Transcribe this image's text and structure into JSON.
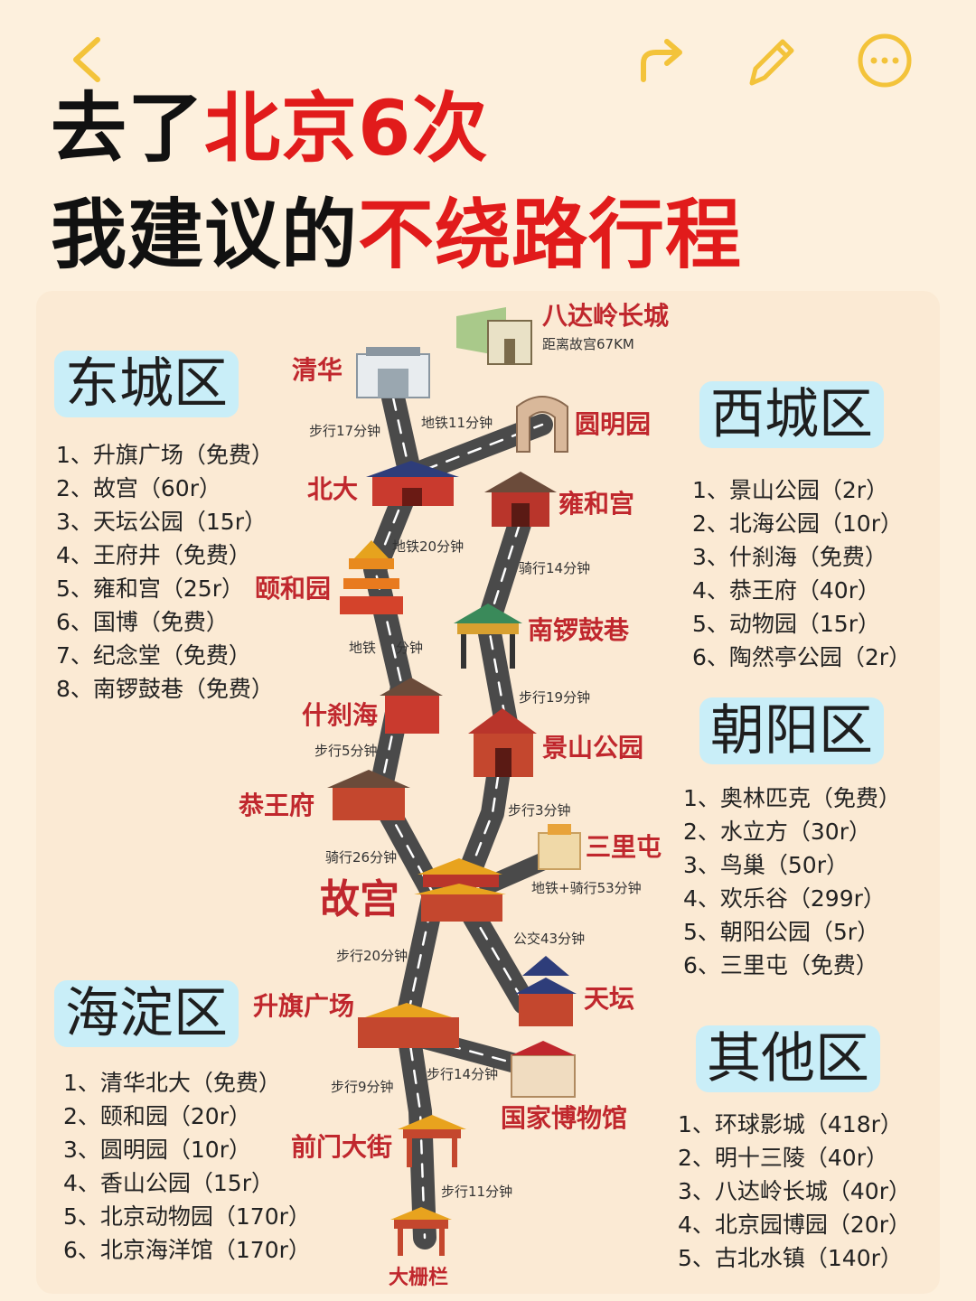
{
  "header": {
    "title_line1_a": "去了",
    "title_line1_b": "北京6次",
    "title_line2_a": "我建议的",
    "title_line2_b": "不绕路行程",
    "accent_color": "#e11b1b",
    "icon_color": "#f3c33a"
  },
  "districts": {
    "dongcheng": {
      "name": "东城区",
      "items": [
        "1、升旗广场（免费）",
        "2、故宫（60r）",
        "3、天坛公园（15r）",
        "4、王府井（免费）",
        "5、雍和宫（25r）",
        "6、国博（免费）",
        "7、纪念堂（免费）",
        "8、南锣鼓巷（免费）"
      ]
    },
    "xicheng": {
      "name": "西城区",
      "items": [
        "1、景山公园（2r）",
        "2、北海公园（10r）",
        "3、什刹海（免费）",
        "4、恭王府（40r）",
        "5、动物园（15r）",
        "6、陶然亭公园（2r）"
      ]
    },
    "chaoyang": {
      "name": "朝阳区",
      "items": [
        "1、奥林匹克（免费）",
        "2、水立方（30r）",
        "3、鸟巢（50r）",
        "4、欢乐谷（299r）",
        "5、朝阳公园（5r）",
        "6、三里屯（免费）"
      ]
    },
    "haidian": {
      "name": "海淀区",
      "items": [
        "1、清华北大（免费）",
        "2、颐和园（20r）",
        "3、圆明园（10r）",
        "4、香山公园（15r）",
        "5、北京动物园（170r）",
        "6、北京海洋馆（170r）"
      ]
    },
    "other": {
      "name": "其他区",
      "items": [
        "1、环球影城（418r）",
        "2、明十三陵（40r）",
        "3、八达岭长城（40r）",
        "4、北京园博园（20r）",
        "5、古北水镇（140r）"
      ]
    }
  },
  "map": {
    "places": {
      "badaling": "八达岭长城",
      "badaling_note": "距离故宫67KM",
      "qinghua": "清华",
      "yuanmingyuan": "圆明园",
      "beida": "北大",
      "yonghegong": "雍和宫",
      "yiheyuan": "颐和园",
      "nanluoguxiang": "南锣鼓巷",
      "shichahai": "什刹海",
      "jingshan": "景山公园",
      "gongwangfu": "恭王府",
      "sanlitun": "三里屯",
      "gugong": "故宫",
      "tiantan": "天坛",
      "shengqi": "升旗广场",
      "guobo": "国家博物馆",
      "qianmen": "前门大街",
      "dashilan": "大栅栏"
    },
    "routes": {
      "r1": "步行17分钟",
      "r2": "地铁11分钟",
      "r3": "地铁20分钟",
      "r4": "骑行14分钟",
      "r5a": "地铁",
      "r5b": "分钟",
      "r6": "步行19分钟",
      "r7": "步行5分钟",
      "r8": "步行3分钟",
      "r9": "骑行26分钟",
      "r10": "地铁+骑行53分钟",
      "r11": "公交43分钟",
      "r12": "步行20分钟",
      "r13": "步行9分钟",
      "r14": "步行14分钟",
      "r15": "步行11分钟"
    }
  }
}
